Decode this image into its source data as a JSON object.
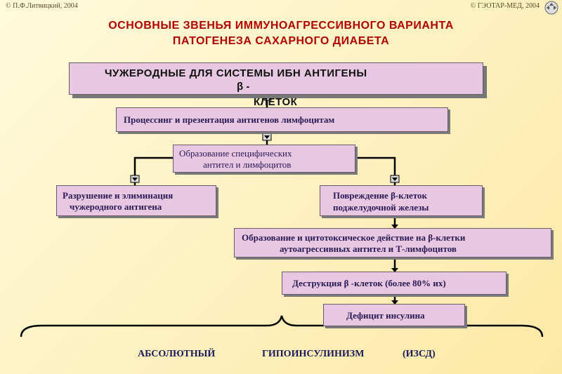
{
  "copyright_left": "© П.Ф.Литвицкий, 2004",
  "copyright_right": "© ГЭОТАР-МЕД, 2004",
  "title": {
    "line1": "ОСНОВНЫЕ  ЗВЕНЬЯ   ИММУНОАГРЕССИВНОГО ВАРИАНТА",
    "line2": "ПАТОГЕНЕЗА  САХАРНОГО  ДИАБЕТА"
  },
  "boxes": {
    "antigens": {
      "line1": "ЧУЖЕРОДНЫЕ  ДЛЯ  СИСТЕМЫ  ИБН  АНТИГЕНЫ",
      "line2": "β -",
      "line3": "КЛЕТОК"
    },
    "processing": {
      "text": "Процессинг  и   презентация  антигенов   лимфоцитам"
    },
    "formation": {
      "line1": "Образование  специфических",
      "line2": "антител и  лимфоцитов"
    },
    "destruction_left": {
      "line1": "Разрушение  и  элиминация",
      "line2": "чужеродного   антигена"
    },
    "damage": {
      "line1": "Повреждение    β-клеток",
      "line2": "поджелудочной   железы"
    },
    "cytotoxic": {
      "line1": "Образование  и  цитотоксическое  действие   на  β-клетки",
      "line2": "аутоагрессивных  антител  и  Т-лимфоцитов"
    },
    "beta_destruction": {
      "text": "Деструкция   β -клеток  (более 80% их)"
    },
    "insulin_deficit": {
      "text": "Дефицит  инсулина"
    }
  },
  "bottom": {
    "word1": "АБСОЛЮТНЫЙ",
    "word2": "ГИПОИНСУЛИНИЗМ",
    "word3": "(ИЗСД)"
  },
  "colors": {
    "title": "#b00000",
    "box_fill": "#e7c7e1",
    "box_text": "#2a1a55",
    "arrow": "#000000"
  },
  "icons": [
    "arrow-down-icon",
    "navigation-icon"
  ]
}
